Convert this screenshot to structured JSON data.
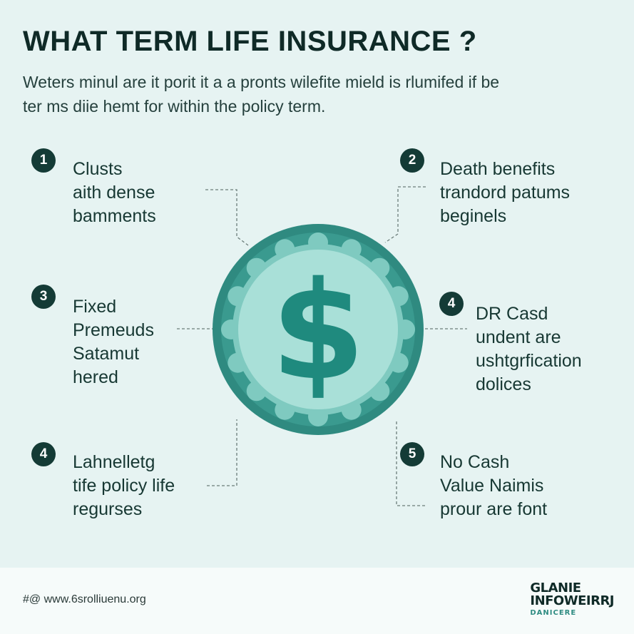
{
  "header": {
    "title": "WHAT TERM LIFE INSURANCE ?",
    "subtitle_lines": [
      "Weters minul are it porit it a a pronts wilefite mield is rlumifed if be",
      "ter ms diie hemt for within the policy term."
    ]
  },
  "center_icon": "dollar-coin-icon",
  "colors": {
    "background": "#e6f3f2",
    "coin_outer": "#2f8a80",
    "coin_inner": "#a9e0d8",
    "dollar": "#1f8a7e",
    "badge": "#143b36"
  },
  "items": [
    {
      "number": "1",
      "lines": [
        "Clusts",
        "aith dense",
        "bamments"
      ]
    },
    {
      "number": "2",
      "lines": [
        "Death benefits",
        "trandord patums",
        "beginels"
      ]
    },
    {
      "number": "3",
      "lines": [
        "Fixed",
        "Premeuds",
        "Satamut",
        "hered"
      ]
    },
    {
      "number": "4",
      "lines": [
        "DR Casd",
        "undent are",
        "ushtgrfication",
        "dolices"
      ]
    },
    {
      "number": "4",
      "lines": [
        "Lahnelletg",
        "tife policy life",
        "regurses"
      ]
    },
    {
      "number": "5",
      "lines": [
        "No Cash",
        "Value Naimis",
        "prour are font"
      ]
    }
  ],
  "footer": {
    "url": "#@ www.6srolliuenu.org",
    "brand_lines": [
      "GLANIE",
      "INFOWEIRRJ",
      "DANICERE"
    ]
  }
}
